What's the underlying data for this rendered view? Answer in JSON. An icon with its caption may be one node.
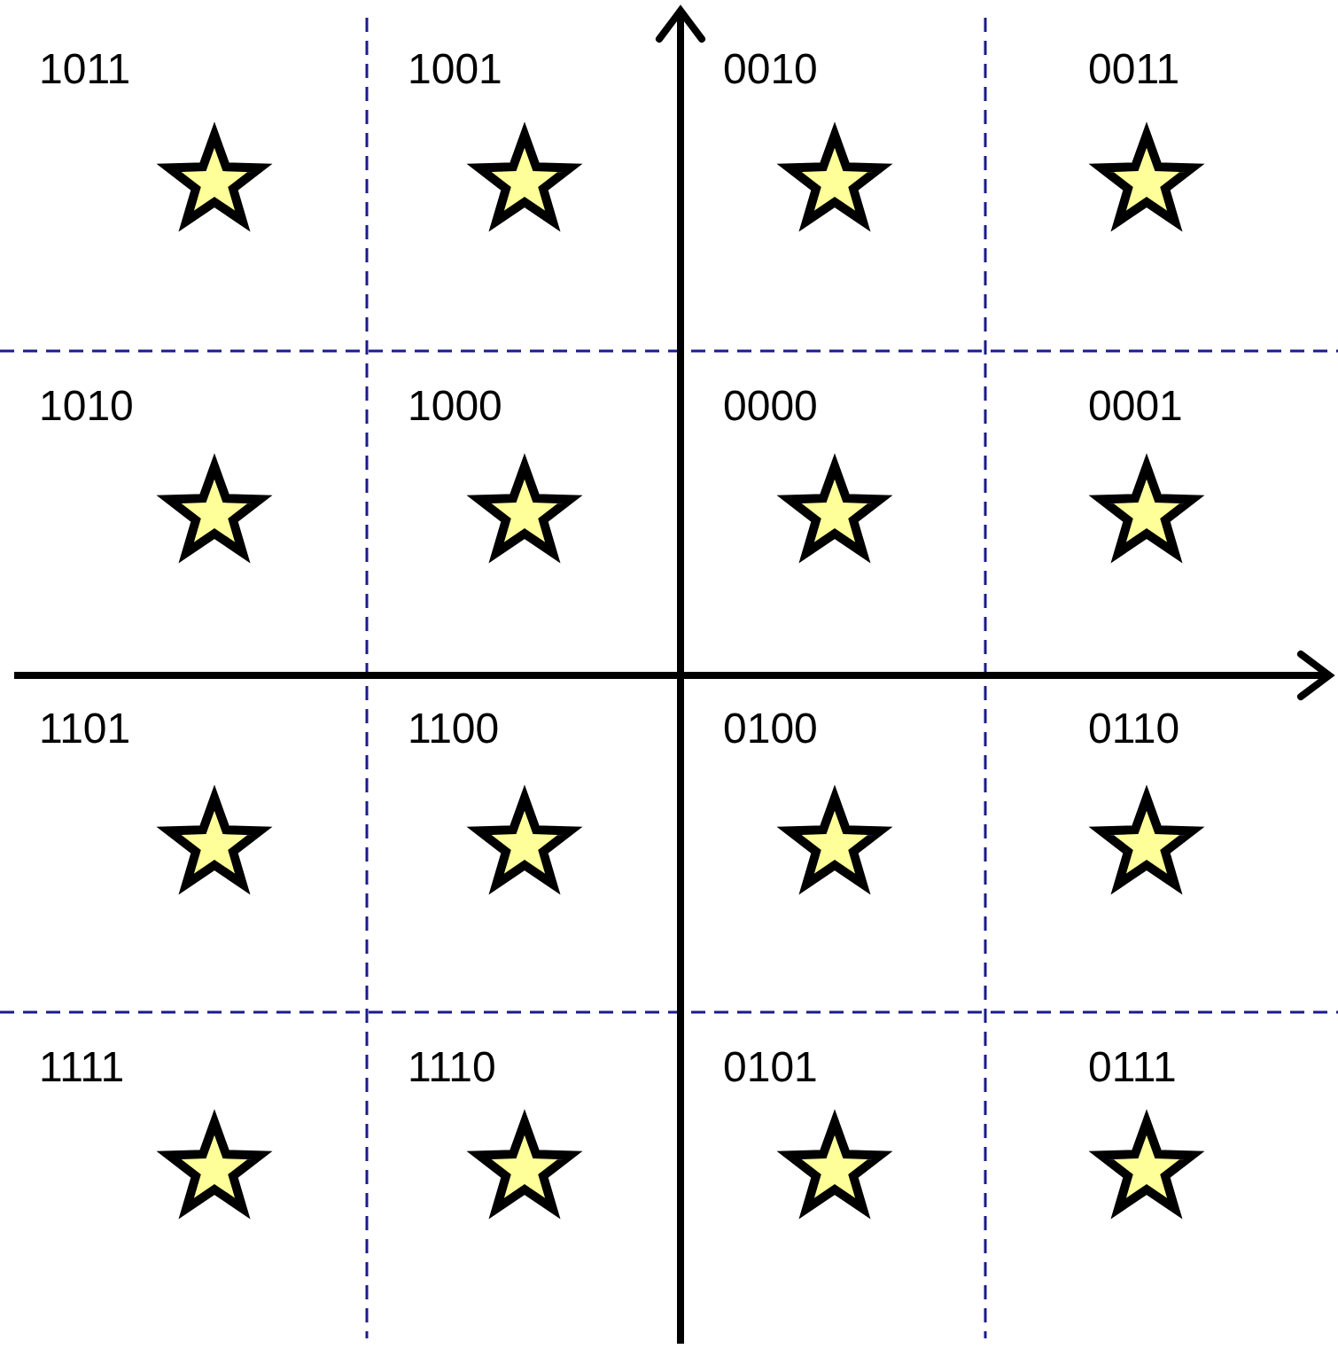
{
  "diagram": {
    "labels": [
      "1011",
      "1001",
      "0010",
      "0011",
      "1010",
      "1000",
      "0000",
      "0001",
      "1101",
      "1100",
      "0100",
      "0110",
      "1111",
      "1110",
      "0101",
      "0111"
    ]
  }
}
